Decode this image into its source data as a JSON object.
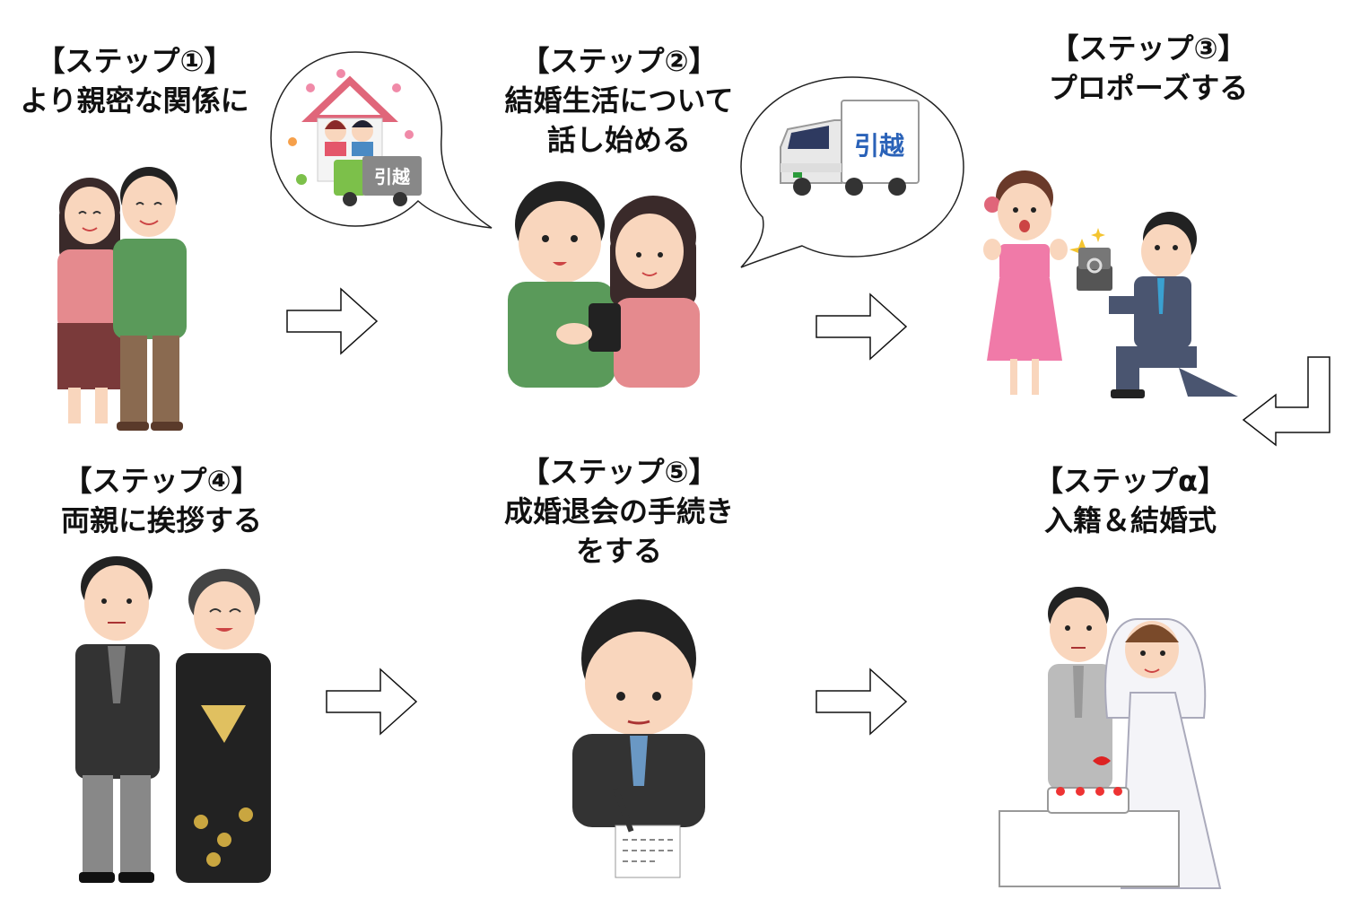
{
  "steps": [
    {
      "heading": "【ステップ①】",
      "lines": [
        "より親密な関係に"
      ]
    },
    {
      "heading": "【ステップ②】",
      "lines": [
        "結婚生活について",
        "話し始める"
      ]
    },
    {
      "heading": "【ステップ③】",
      "lines": [
        "プロポーズする"
      ]
    },
    {
      "heading": "【ステップ④】",
      "lines": [
        "両親に挨拶する"
      ]
    },
    {
      "heading": "【ステップ⑤】",
      "lines": [
        "成婚退会の手続き",
        "をする"
      ]
    },
    {
      "heading": "【ステップα】",
      "lines": [
        "入籍＆結婚式"
      ]
    }
  ],
  "truck_sign": "引越"
}
